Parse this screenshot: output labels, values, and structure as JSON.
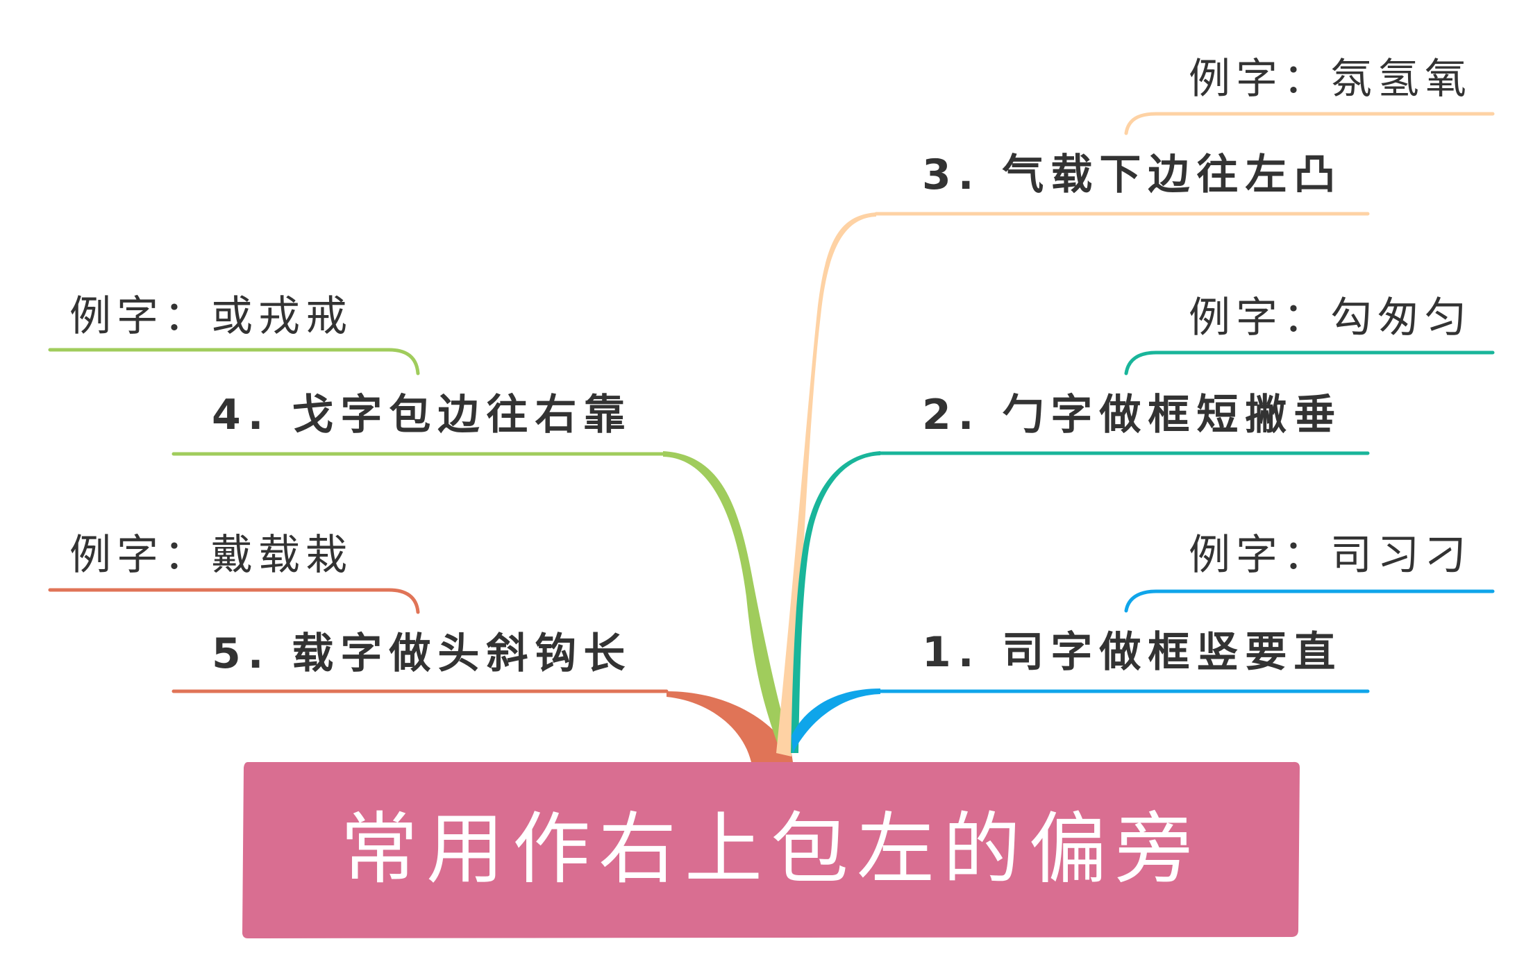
{
  "root": {
    "title": "常用作右上包左的偏旁",
    "color": "#D96E91"
  },
  "branches": [
    {
      "id": "b1",
      "label": "1. 司字做框竖要直",
      "example": "例字：司习刁",
      "color": "#0FA5EA"
    },
    {
      "id": "b2",
      "label": "2. 勹字做框短撇垂",
      "example": "例字：勾匆匀",
      "color": "#19B59A"
    },
    {
      "id": "b3",
      "label": "3. 气载下边往左凸",
      "example": "例字：氛氢氧",
      "color": "#FED2A4"
    },
    {
      "id": "b4",
      "label": "4. 戈字包边往右靠",
      "example": "例字：或戎戒",
      "color": "#A0CC5C"
    },
    {
      "id": "b5",
      "label": "5. 载字做头斜钩长",
      "example": "例字：戴载栽",
      "color": "#E07457"
    }
  ]
}
